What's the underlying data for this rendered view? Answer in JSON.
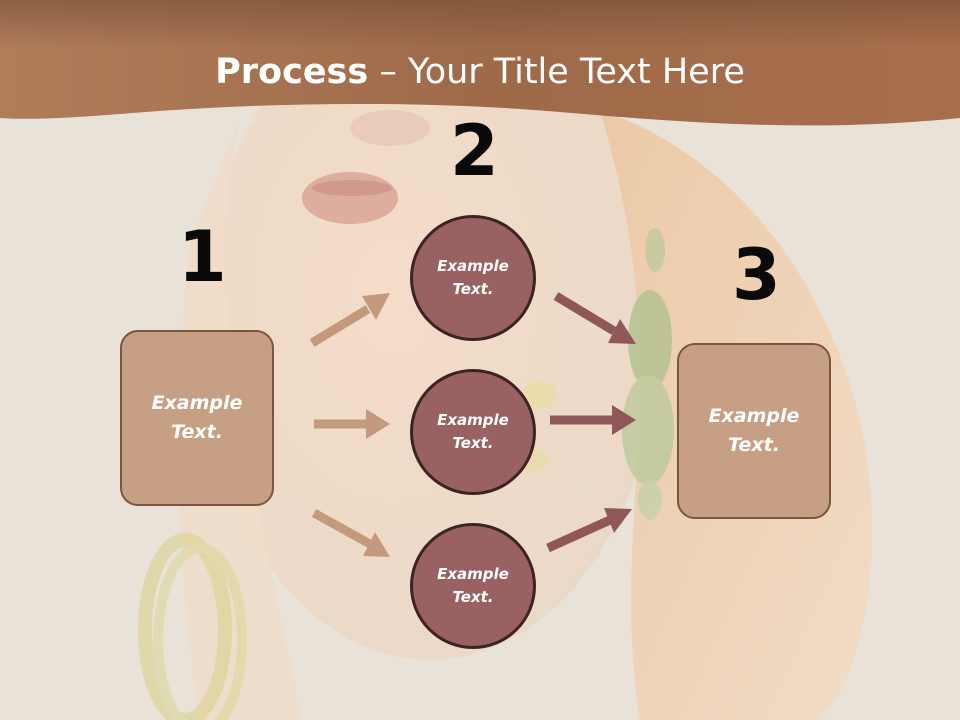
{
  "title": {
    "bold": "Process",
    "rest": " – Your Title Text Here"
  },
  "steps": {
    "one": "1",
    "two": "2",
    "three": "3"
  },
  "left_box": {
    "line1": "Example",
    "line2": "Text."
  },
  "right_box": {
    "line1": "Example",
    "line2": "Text."
  },
  "circles": [
    {
      "line1": "Example",
      "line2": "Text."
    },
    {
      "line1": "Example",
      "line2": "Text."
    },
    {
      "line1": "Example",
      "line2": "Text."
    }
  ],
  "colors": {
    "banner": "#9c6a4a",
    "box_fill": "#c79f84",
    "circle_fill": "#9a6163",
    "arrow_left": "#c49a7e",
    "arrow_right": "#8f5758"
  }
}
